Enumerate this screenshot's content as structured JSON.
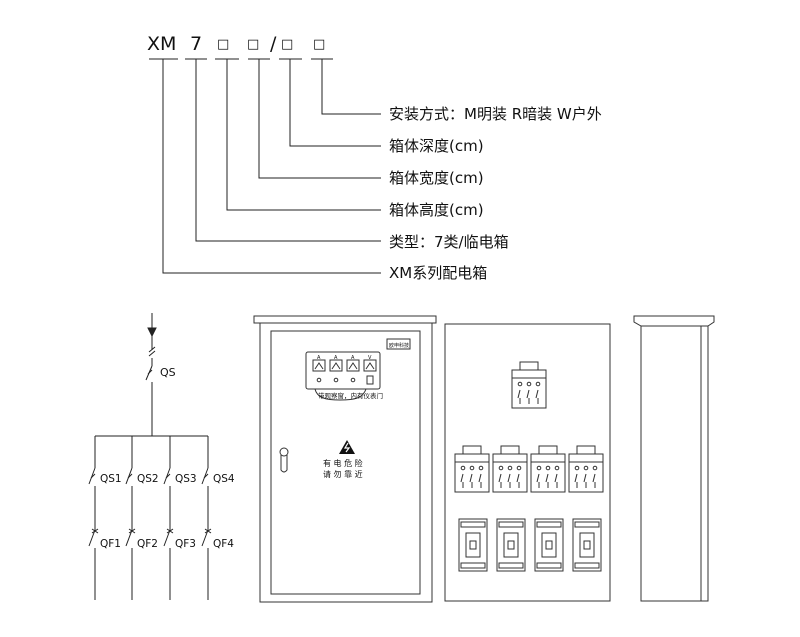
{
  "model_code": {
    "prefix": "XM",
    "digit": "7",
    "box": "□",
    "slash": "/"
  },
  "legend": [
    "安装方式：M明装 R暗装 W户外",
    "箱体深度(cm)",
    "箱体宽度(cm)",
    "箱体高度(cm)",
    "类型：7类/临电箱",
    "XM系列配电箱"
  ],
  "circuit": {
    "main_switch": "QS",
    "branch_switches": [
      "QS1",
      "QS2",
      "QS3",
      "QS4"
    ],
    "branch_breakers": [
      "QF1",
      "QF2",
      "QF3",
      "QF4"
    ]
  },
  "front_panel": {
    "nameplate": "欧申科技",
    "meter_units": [
      "A",
      "A",
      "A",
      "V"
    ],
    "window_note": "带观察窗，内有仪表门",
    "warning_lines": [
      "有 电 危 险",
      "请 勿 靠 近"
    ]
  }
}
